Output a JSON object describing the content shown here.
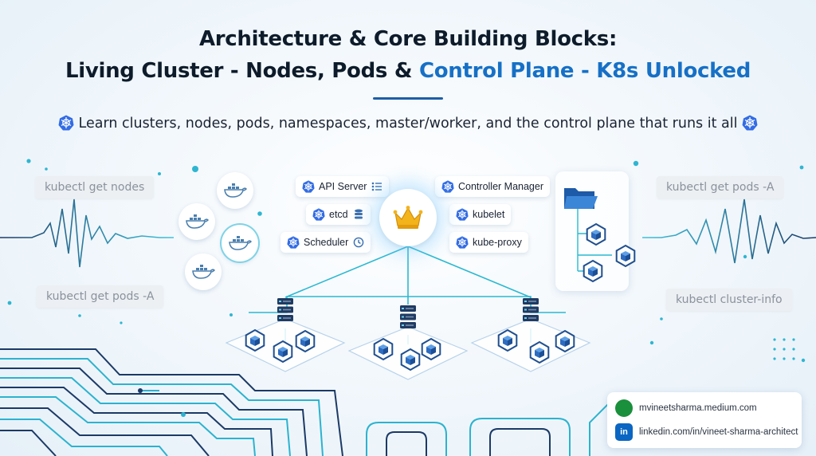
{
  "title": {
    "line1": "Architecture & Core Building Blocks:",
    "line2_dark": "Living Cluster - Nodes, Pods & ",
    "line2_blue": "Control Plane - K8s Unlocked"
  },
  "subtitle": "Learn clusters, nodes, pods, namespaces, master/worker, and the control plane that runs it all",
  "commands": {
    "get_nodes": "kubectl get nodes",
    "get_pods_left": "kubectl get pods -A",
    "get_pods_right": "kubectl get pods -A",
    "cluster_info": "kubectl cluster-info"
  },
  "control_plane": {
    "api_server": "API Server",
    "etcd": "etcd",
    "scheduler": "Scheduler",
    "controller_manager": "Controller Manager",
    "kubelet": "kubelet",
    "kube_proxy": "kube-proxy"
  },
  "social": {
    "medium": "mvineetsharma.medium.com",
    "linkedin": "linkedin.com/in/vineet-sharma-architect",
    "linkedin_logo": "in"
  },
  "colors": {
    "accent_blue": "#1670c6",
    "k8s_blue": "#326ce5",
    "teal": "#27b7cf",
    "navy": "#12335c",
    "medium_green": "#1a8f3c",
    "linkedin_blue": "#0a66c2"
  }
}
